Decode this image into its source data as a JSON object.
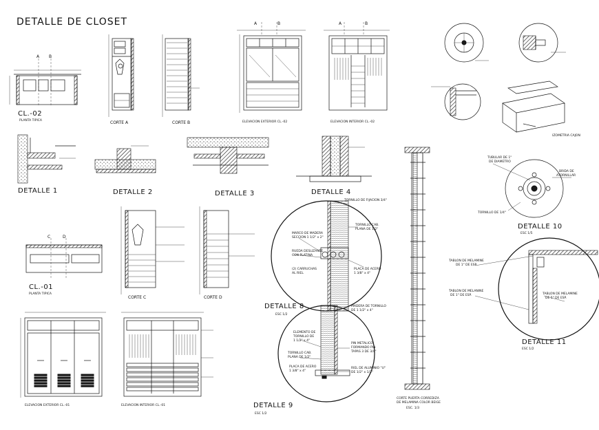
{
  "title": "DETALLE DE CLOSET",
  "views": {
    "cl02_plan": {
      "label": "CL.-02",
      "sub": "PLANTA TIPICA",
      "a": "A",
      "b": "B"
    },
    "corte_a": {
      "label": "CORTE A"
    },
    "corte_b": {
      "label": "CORTE B"
    },
    "elev_ext_02": {
      "label": "ELEVACION EXTERIOR CL.-02",
      "a": "A",
      "b": "B"
    },
    "elev_int_02": {
      "label": "ELEVACION INTERIOR CL.-02",
      "a": "A",
      "b": "B"
    },
    "detalle1": {
      "label": "DETALLE 1"
    },
    "detalle2": {
      "label": "DETALLE 2"
    },
    "detalle3": {
      "label": "DETALLE 3"
    },
    "detalle4": {
      "label": "DETALLE 4"
    },
    "cl01_plan": {
      "label": "CL.-01",
      "sub": "PLANTA TIPICA",
      "c": "C",
      "d": "D"
    },
    "corte_c": {
      "label": "CORTE C"
    },
    "corte_d": {
      "label": "CORTE D"
    },
    "elev_ext_01": {
      "label": "ELEVACION EXTERIOR CL.-01"
    },
    "elev_int_01": {
      "label": "ELEVACION INTERIOR CL.-01"
    },
    "detalle8": {
      "label": "DETALLE 8",
      "scale": "ESC 1/2"
    },
    "detalle9": {
      "label": "DETALLE 9",
      "scale": "ESC 1/2"
    },
    "corte_puerta": {
      "line1": "CORTE PUERTA CORREDIZA",
      "line2": "DE MELAMINA COLOR BEIGE",
      "scale": "ESC. 1/3"
    },
    "izometria": {
      "label": "IZOMETRIA CAJON"
    },
    "detalle10": {
      "label": "DETALLE 10",
      "scale": "ESC 1/5",
      "note_tubular_1": "TUBULAR DE 1\"",
      "note_tubular_2": "DE DIAMETRO",
      "note_brida_1": "BRIDA DE",
      "note_brida_2": "ATORNILLAR",
      "note_tornillo": "TORNILLO DE 1/4\""
    },
    "detalle11": {
      "label": "DETALLE 11",
      "scale": "ESC 1/2",
      "note_a1": "TABLON DE MELAMINE",
      "note_a2": "DE 1\" DE ESP.",
      "note_b1": "TABLON DE MELANINE",
      "note_b2": "DE 1\" DE ESP.",
      "note_c1": "TABLON DE MELAMINE",
      "note_c2": "DE 5\" DE ESP."
    },
    "detalle8_notes": {
      "tornillo_fijacion": "TORNILLO DE FIJACION 3/4\"",
      "tornillo_cab_1": "TORNILLO CAB.",
      "tornillo_cab_2": "PLANA DE 1/2\"",
      "marco_1": "MARCO DE MADERA",
      "marco_2": "SECCION 1 1/2\" x 2\"",
      "ruedas_1": "RUEDA DESLIZANTE",
      "ruedas_2": "CON PLATINA",
      "carrucha_1": "(2) CARRUCHAS",
      "carrucha_2": "AL RIEL",
      "platina_1": "PLACA DE ACERO",
      "platina_2": "1 3/8\" x 4\"",
      "madera_1": "MADERA DE TORNILLO",
      "madera_2": "DE 1 1/2\" x 4\""
    },
    "detalle9_notes": {
      "elemento_1": "ELEMENTO DE",
      "elemento_2": "TORNILLO DE",
      "elemento_3": "1 1/2\" x 4\"",
      "tornillo_1": "TORNILLO CAB.",
      "tornillo_2": "PLANA DE 1/2\"",
      "placa_1": "PLACA DE ACERO",
      "placa_2": "1 3/8\" x 4\"",
      "pin_1": "PIN METALICO",
      "pin_2": "FORMANDO PIN",
      "pin_3": "TAPAS 3 DE 3/4\"",
      "riel_1": "RIEL DE ALUMINIO \"U\"",
      "riel_2": "DE 1/2\" x 1/2\""
    }
  }
}
